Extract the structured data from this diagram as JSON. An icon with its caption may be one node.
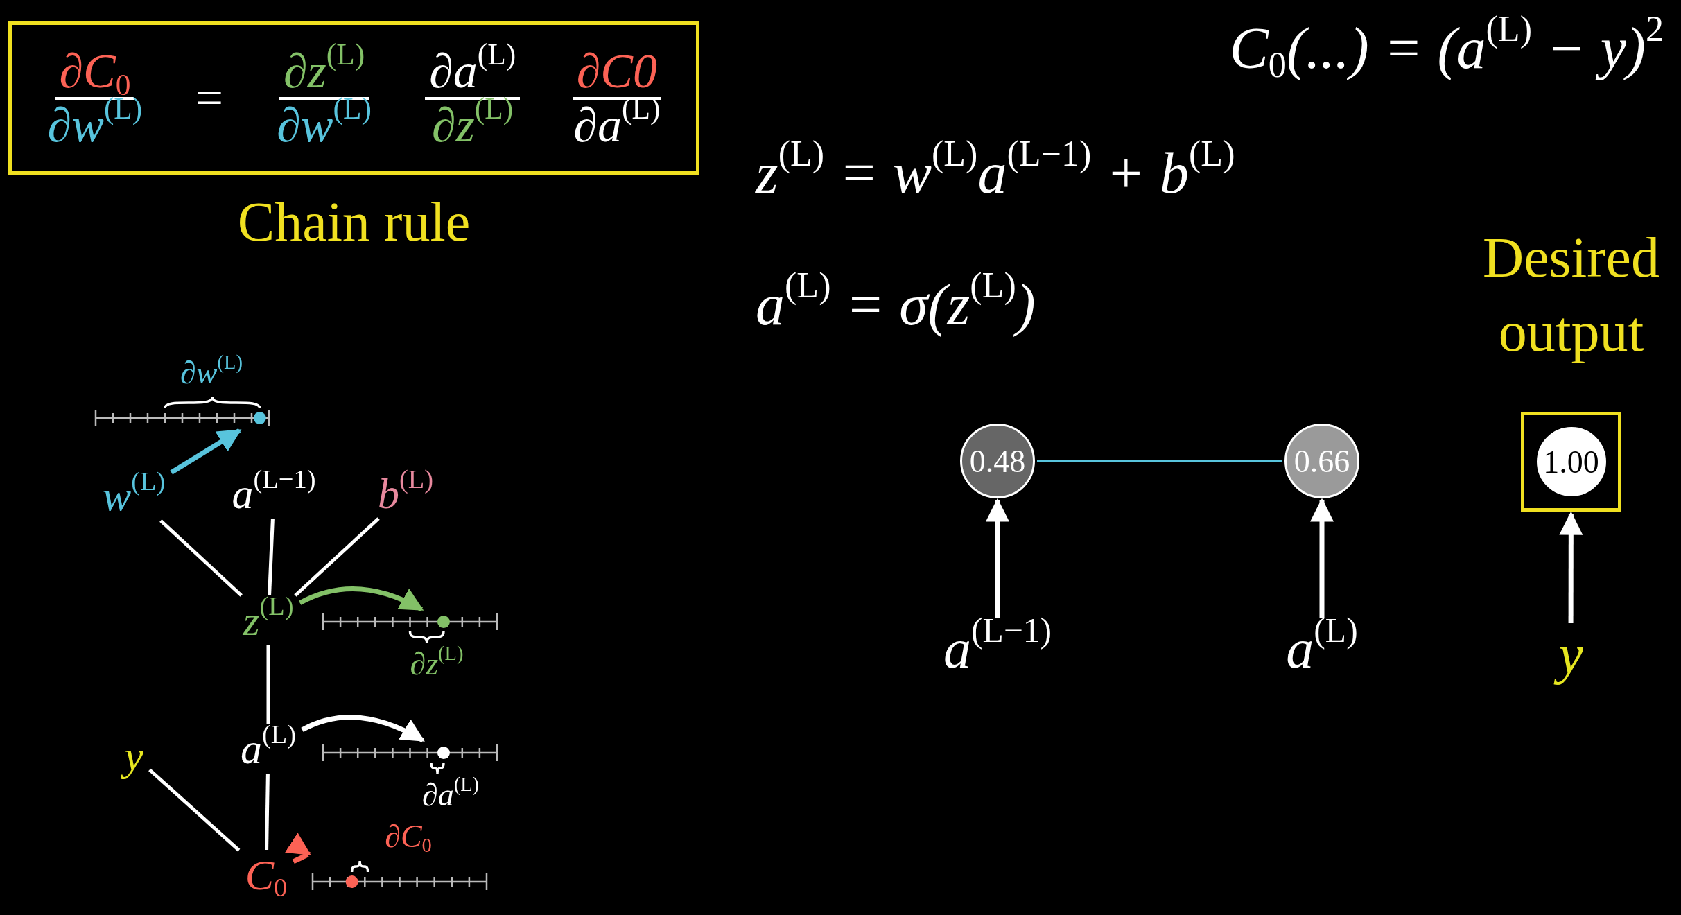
{
  "diagram": {
    "nodes": [
      {
        "text": [
          "∂C$_{0}$",
          "∂w$^{(L)}$",
          "=",
          "∂z$^{(L)}$",
          "∂w$^{(L)}$",
          "∂a$^{(L)}$",
          "∂z$^{(L)}$",
          "∂C0",
          "∂a$^{(L)}$"
        ],
        "beside": [
          "Chain rule"
        ]
      },
      {
        "text": [
          "w$^{(L)}$"
        ]
      },
      {
        "text": [
          "a$^{(L−1)}$"
        ]
      },
      {
        "text": [
          "b$^{(L)}$"
        ]
      },
      {
        "text": [
          "z$^{(L)}$"
        ]
      },
      {
        "text": [
          "y"
        ]
      },
      {
        "text": [
          "a$^{(L)}$"
        ]
      },
      {
        "text": [
          "C$_{0}$"
        ]
      },
      {
        "text": [
          "∂w$^{(L)}$"
        ]
      },
      {
        "text": [
          "∂z$^{(L)}$"
        ]
      },
      {
        "text": [
          "∂a$^{(L)}$"
        ]
      },
      {
        "text": [
          "∂C$_{0}$"
        ]
      },
      {
        "text": [
          "0.48"
        ]
      },
      {
        "text": [
          "0.66"
        ]
      },
      {
        "text": [
          "Desired output"
        ]
      },
      {
        "text": [
          "1.00"
        ],
        "in": 14
      },
      {
        "text": [
          "a$^{(L−1)}$"
        ]
      },
      {
        "text": [
          "a$^{(L)}$"
        ]
      },
      {
        "text": [
          "y"
        ]
      }
    ],
    "edges": [
      {
        "from": 1,
        "to": 4,
        "arrow": "none"
      },
      {
        "from": 2,
        "to": 4,
        "arrow": "none"
      },
      {
        "from": 3,
        "to": 4,
        "arrow": "none"
      },
      {
        "from": 4,
        "to": 6,
        "arrow": "none"
      },
      {
        "from": 6,
        "to": 7,
        "arrow": "none"
      },
      {
        "from": 5,
        "to": 7,
        "arrow": "none"
      },
      {
        "from": 1,
        "to": 8,
        "arrow": "to",
        "color": "#58c4dd"
      },
      {
        "from": 4,
        "to": 9,
        "arrow": "to",
        "color": "#83c167"
      },
      {
        "from": 6,
        "to": 10,
        "arrow": "to"
      },
      {
        "from": 7,
        "to": 11,
        "arrow": "to",
        "color": "#fc6255"
      },
      {
        "from": 12,
        "to": 13,
        "arrow": "none",
        "color": "#58c4dd"
      },
      {
        "from": 16,
        "to": 12,
        "arrow": "to"
      },
      {
        "from": 17,
        "to": 13,
        "arrow": "to"
      },
      {
        "from": 18,
        "to": 14,
        "arrow": "to"
      }
    ],
    "labels": [
      "C$_{0}$(...) = (a$^{(L)}$ − y)$^{2}$",
      "z$^{(L)}$ = w$^{(L)}$a$^{(L−1)}$ + b$^{(L)}$",
      "a$^{(L)}$ = σ(z$^{(L)}$)"
    ]
  }
}
